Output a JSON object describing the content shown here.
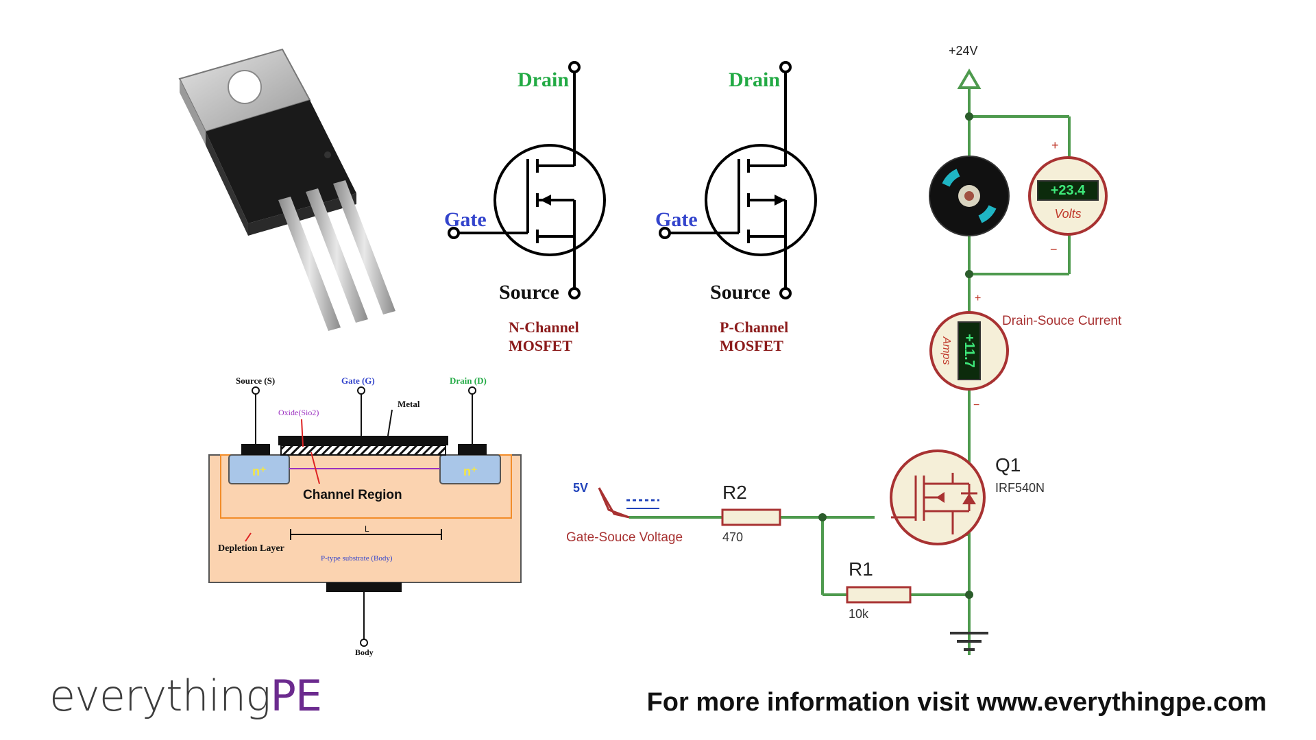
{
  "colors": {
    "label_green": "#22aa44",
    "label_blue": "#3344cc",
    "label_red": "#8b1a1a",
    "schematic_wire": "#4e9a4e",
    "schematic_red": "#c0392b",
    "purple": "#9b30c0",
    "brand_purple": "#6b2a8e",
    "substrate": "#fbd3b0"
  },
  "icons": {
    "transistor_package": "to220-package-icon",
    "dc_motor": "motor-icon",
    "voltmeter": "voltmeter-icon",
    "ammeter": "ammeter-icon",
    "ground": "ground-icon",
    "supply": "supply-arrow-icon"
  },
  "mosfet_symbols": {
    "n_channel": {
      "drain": "Drain",
      "gate": "Gate",
      "source": "Source",
      "name_line1": "N-Channel",
      "name_line2": "MOSFET"
    },
    "p_channel": {
      "drain": "Drain",
      "gate": "Gate",
      "source": "Source",
      "name_line1": "P-Channel",
      "name_line2": "MOSFET"
    }
  },
  "cross_section": {
    "source": "Source (S)",
    "gate": "Gate (G)",
    "drain": "Drain (D)",
    "metal": "Metal",
    "oxide": "Oxide(Sio2)",
    "n_plus_left": "n⁺",
    "n_plus_right": "n⁺",
    "channel": "Channel Region",
    "depletion": "Depletion Layer",
    "length": "L",
    "substrate": "P-type substrate (Body)",
    "body": "Body"
  },
  "schematic": {
    "supply": "+24V",
    "voltmeter_value": "+23.4",
    "voltmeter_unit": "Volts",
    "plus": "+",
    "minus": "−",
    "ammeter_value": "+11.7",
    "ammeter_unit": "Amps",
    "current_label": "Drain-Souce Current",
    "q_ref": "Q1",
    "q_part": "IRF540N",
    "r2_ref": "R2",
    "r2_val": "470",
    "r1_ref": "R1",
    "r1_val": "10k",
    "vin": "5V",
    "vin_label": "Gate-Souce Voltage"
  },
  "footer": {
    "brand_a": "everything",
    "brand_b": "PE",
    "note": "For more information visit www.everythingpe.com"
  }
}
